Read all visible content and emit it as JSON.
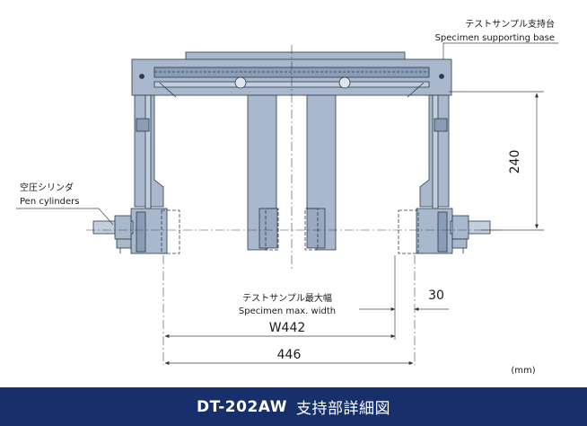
{
  "labels": {
    "base_jp": "テストサンプル支持台",
    "base_en": "Specimen supporting base",
    "pen_jp": "空圧シリンダ",
    "pen_en": "Pen cylinders",
    "width_jp": "テストサンプル最大幅",
    "width_en": "Specimen max. width"
  },
  "dimensions": {
    "height": "240",
    "max_width": "W442",
    "offset": "30",
    "overall": "446",
    "unit": "(mm)"
  },
  "footer": {
    "model": "DT-202AW",
    "title": "支持部詳細図"
  },
  "colors": {
    "steel": "#a9b8cc",
    "steel_dark": "#8b9db6",
    "outline": "#2b3a4d",
    "footer_bg": "#17306b"
  }
}
